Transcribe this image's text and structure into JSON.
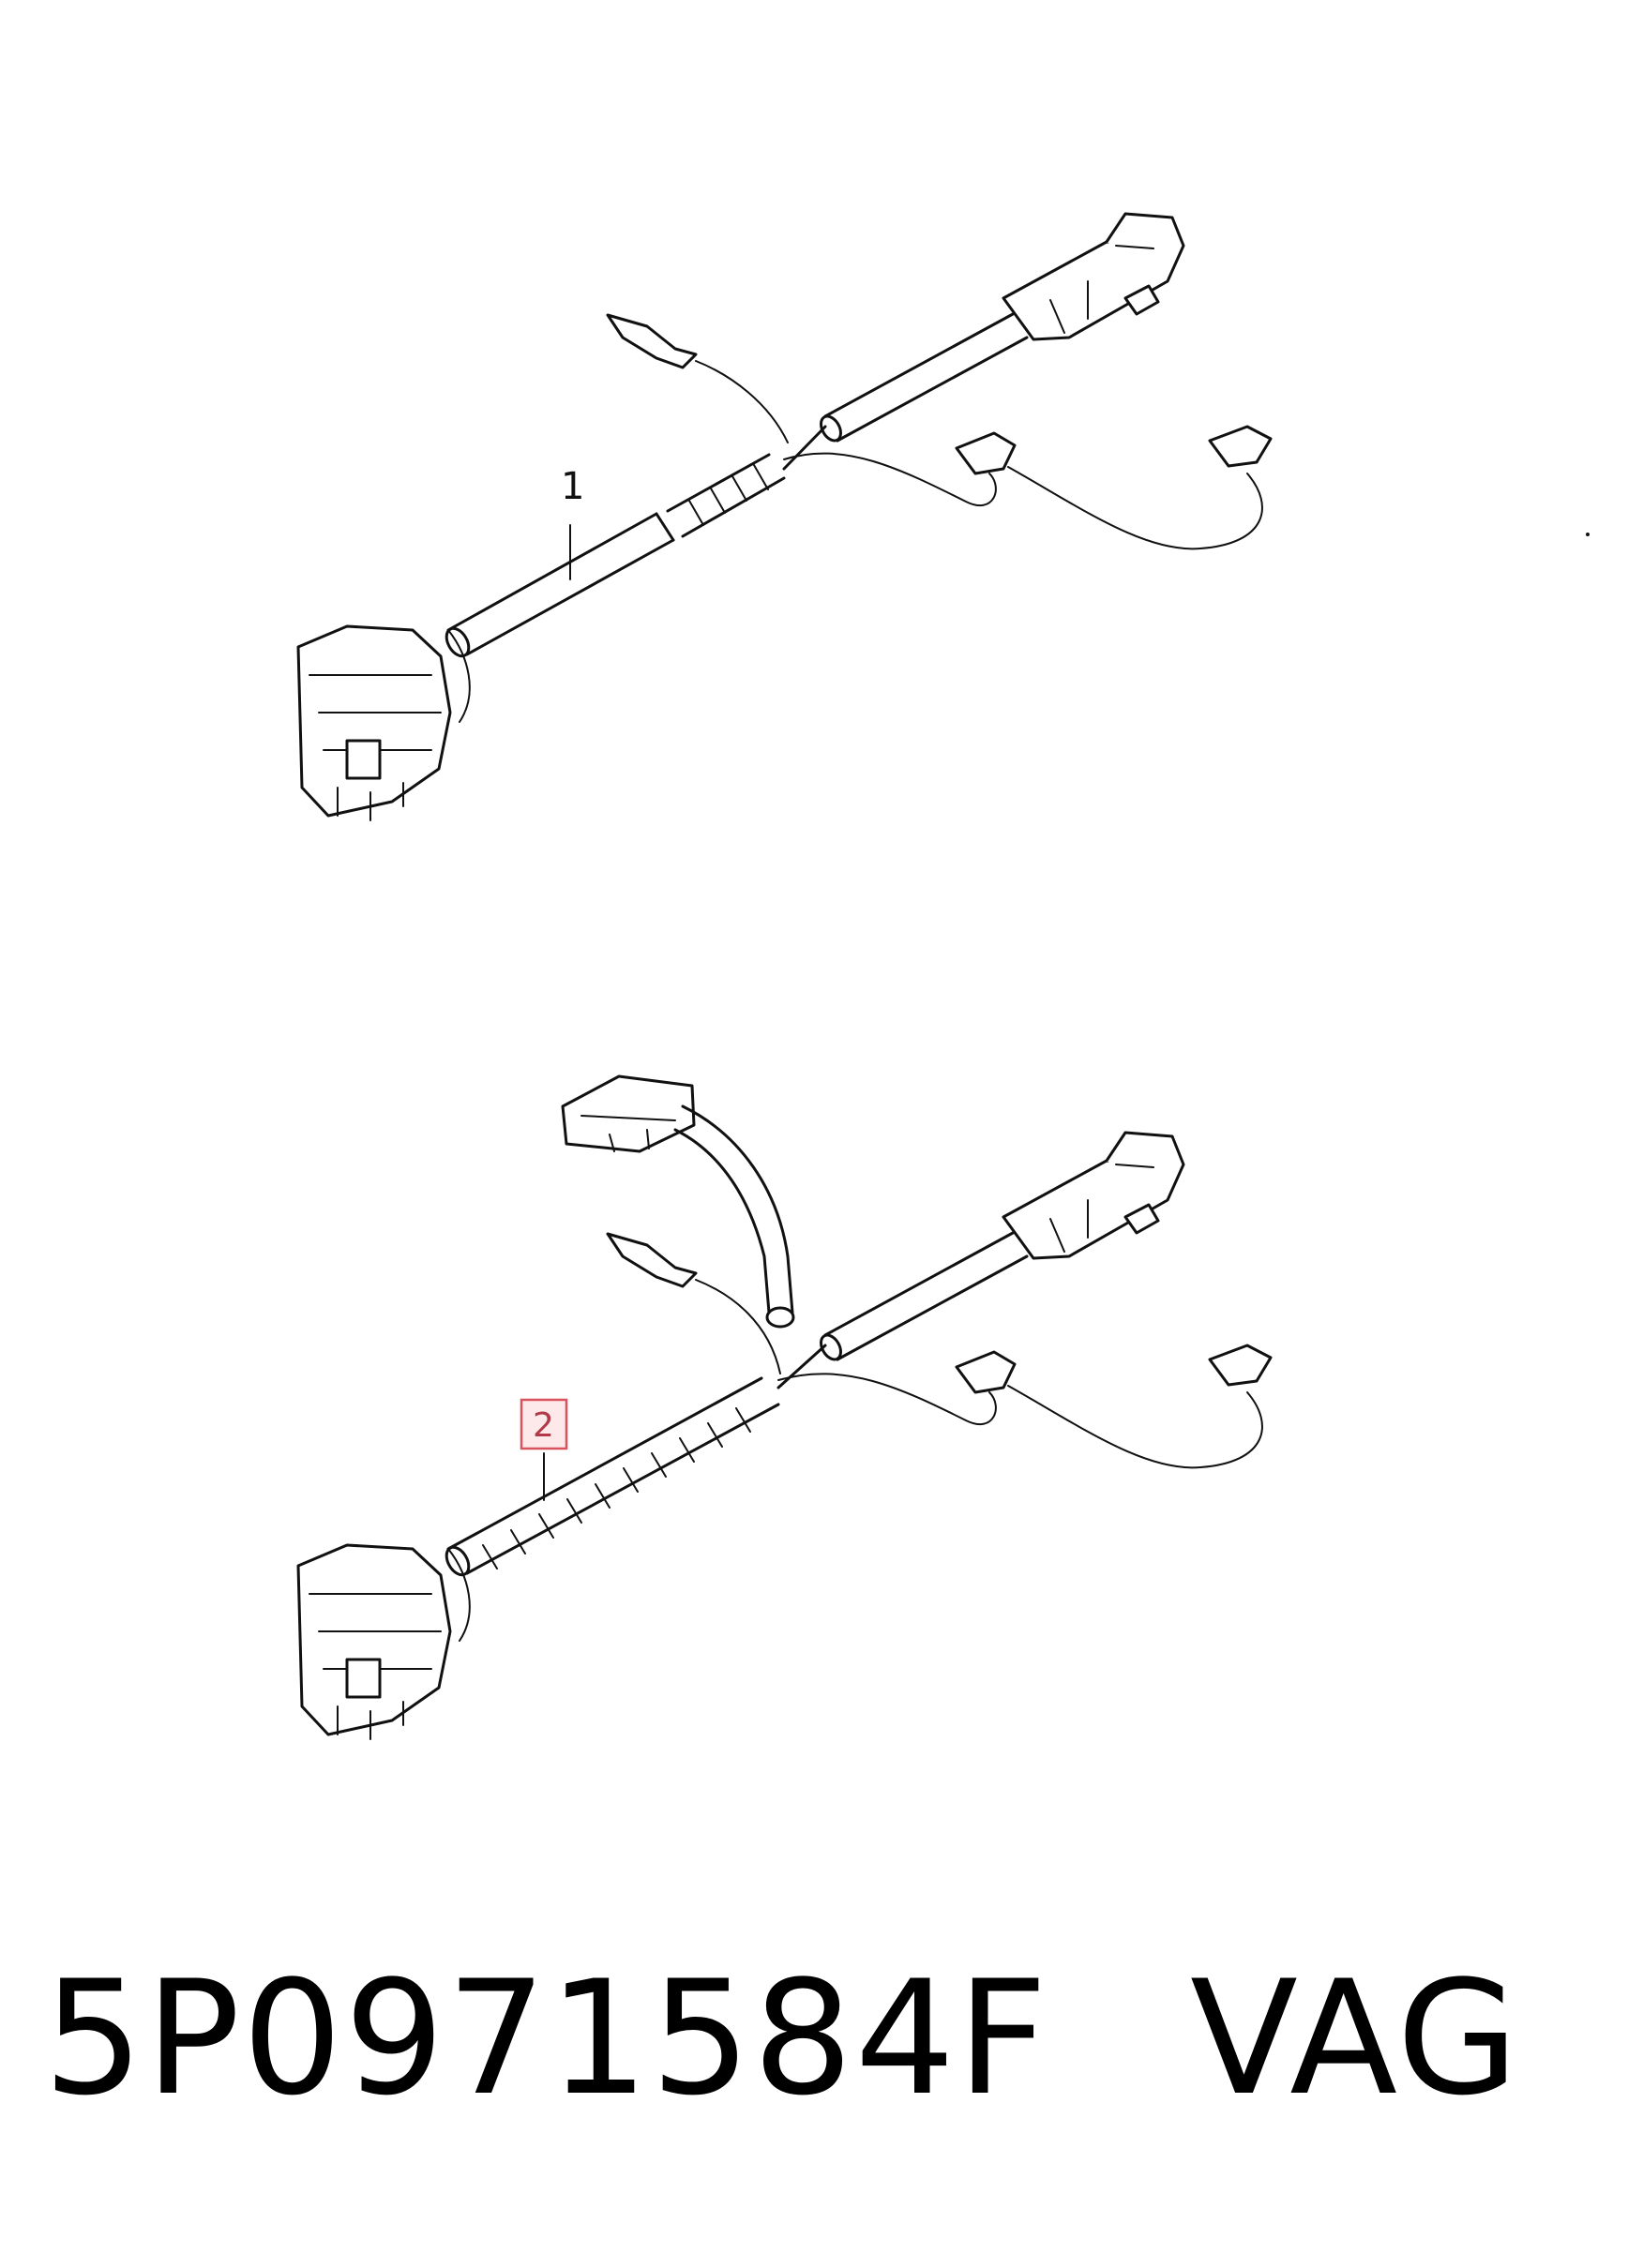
{
  "callouts": [
    {
      "id": "1",
      "highlighted": false
    },
    {
      "id": "2",
      "highlighted": true
    }
  ],
  "part_number": "5P0971584F",
  "brand": "VAG",
  "colors": {
    "ink": "#111111",
    "highlight_stroke": "#d9535f",
    "highlight_fill": "#fde8ea"
  }
}
